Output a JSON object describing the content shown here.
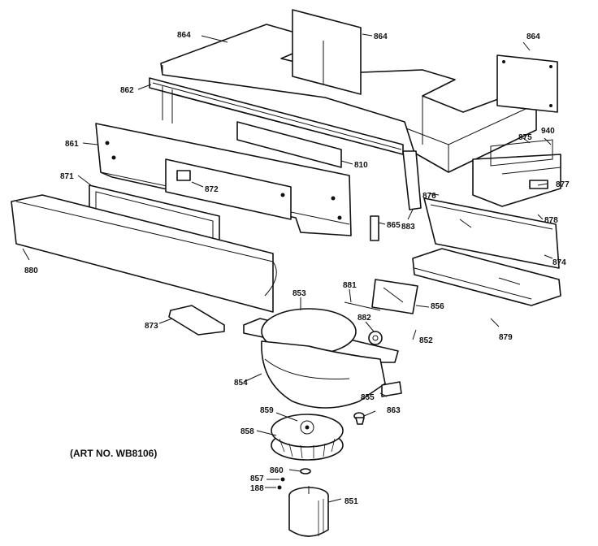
{
  "art_number": "(ART NO. WB8106)",
  "labels": {
    "l864a": "864",
    "l864b": "864",
    "l864c": "864",
    "l862": "862",
    "l861": "861",
    "l871": "871",
    "l872": "872",
    "l880": "880",
    "l810": "810",
    "l875": "875",
    "l940": "940",
    "l877": "877",
    "l878": "878",
    "l876": "876",
    "l865": "865",
    "l883": "883",
    "l874": "874",
    "l879": "879",
    "l881": "881",
    "l882": "882",
    "l856": "856",
    "l852": "852",
    "l853": "853",
    "l873": "873",
    "l854": "854",
    "l855": "855",
    "l863": "863",
    "l859": "859",
    "l858": "858",
    "l860": "860",
    "l857": "857",
    "l188": "188",
    "l851": "851"
  }
}
